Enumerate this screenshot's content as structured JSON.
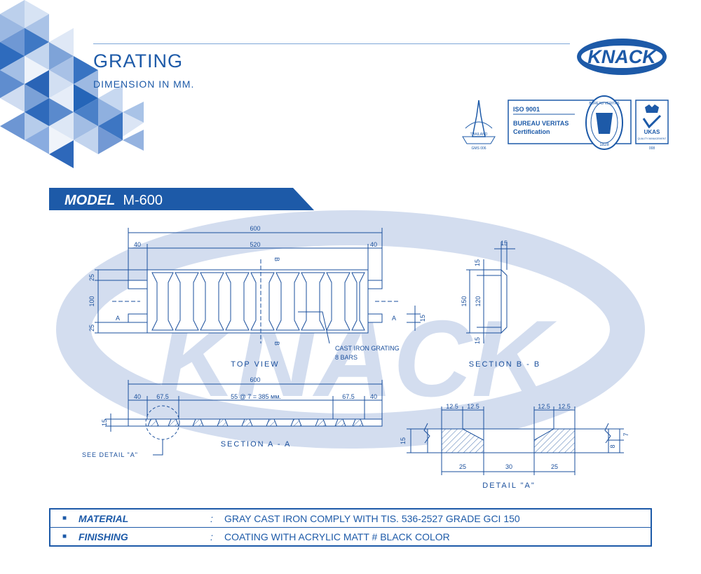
{
  "header": {
    "title": "GRATING",
    "subtitle": "DIMENSION IN MM.",
    "brand": "KNACK",
    "watermark": "KNACK"
  },
  "certifications": {
    "thai_mark": "THAILAND",
    "thai_code": "GMS 006",
    "iso_label": "ISO 9001",
    "bv_name": "BUREAU VERITAS",
    "bv_sub": "Certification",
    "bv_seal_text": "BUREAU VERITAS",
    "bv_year": "1828",
    "ukas": "UKAS",
    "ukas_sub": "QUALITY MANAGEMENT",
    "ukas_no": "008"
  },
  "model": {
    "label": "MODEL",
    "value": "M-600"
  },
  "drawing": {
    "top_view": {
      "title": "TOP VIEW",
      "dim_overall": "600",
      "dim_left": "40",
      "dim_center": "520",
      "dim_right": "40",
      "dim_tab_top": "25",
      "dim_mid": "100",
      "dim_tab_bottom": "25",
      "dim_side": "15",
      "section_a": "A",
      "section_b": "B",
      "callout_line1": "CAST IRON GRATING",
      "callout_line2": "8 BARS"
    },
    "section_bb": {
      "title": "SECTION B - B",
      "dim_width": "15",
      "dim_top": "15",
      "dim_overall": "150",
      "dim_mid": "120",
      "dim_bottom": "15"
    },
    "section_aa": {
      "title": "SECTION A - A",
      "dim_overall": "600",
      "dim_l1": "40",
      "dim_l2": "67.5",
      "dim_center": "55 @ 7 = 385 мм.",
      "dim_r2": "67.5",
      "dim_r1": "40",
      "dim_thick": "15",
      "see_detail": "SEE DETAIL \"A\""
    },
    "detail_a": {
      "title": "DETAIL \"A\"",
      "dim_t1": "12.5",
      "dim_t2": "12.5",
      "dim_t3": "12.5",
      "dim_t4": "12.5",
      "dim_b1": "25",
      "dim_b2": "30",
      "dim_b3": "25",
      "dim_h": "15",
      "dim_r1": "7",
      "dim_r2": "8"
    }
  },
  "specs": [
    {
      "bullet": "■",
      "key": "MATERIAL",
      "sep": ":",
      "value": "GRAY CAST IRON COMPLY WITH TIS. 536-2527 GRADE GCI 150"
    },
    {
      "bullet": "■",
      "key": "FINISHING",
      "sep": ":",
      "value": "COATING WITH ACRYLIC MATT # BLACK COLOR"
    }
  ],
  "colors": {
    "primary": "#1d5aa8",
    "dark": "#16489a",
    "watermark": "#d3ddef",
    "light": "#9fbde3"
  }
}
